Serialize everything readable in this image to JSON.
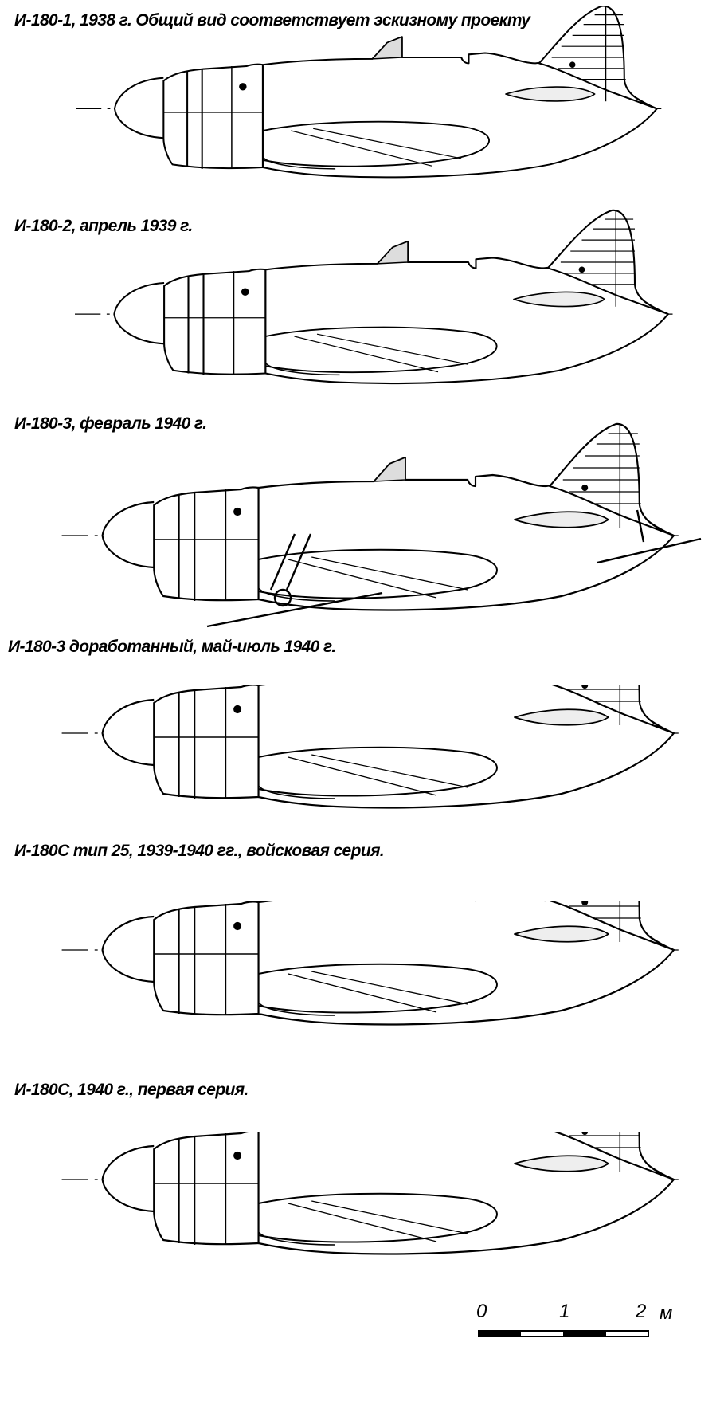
{
  "captions": [
    "И-180-1, 1938 г. Общий вид соответствует эскизному проекту",
    "И-180-2, апрель 1939 г.",
    "И-180-3, февраль 1940 г.",
    "И-180-3 доработанный, май-июль 1940 г.",
    "И-180С тип 25, 1939-1940 гг., войсковая серия.",
    "И-180С, 1940 г., первая серия."
  ],
  "scale": {
    "zero": "0",
    "one": "1",
    "two": "2",
    "unit": "м"
  }
}
